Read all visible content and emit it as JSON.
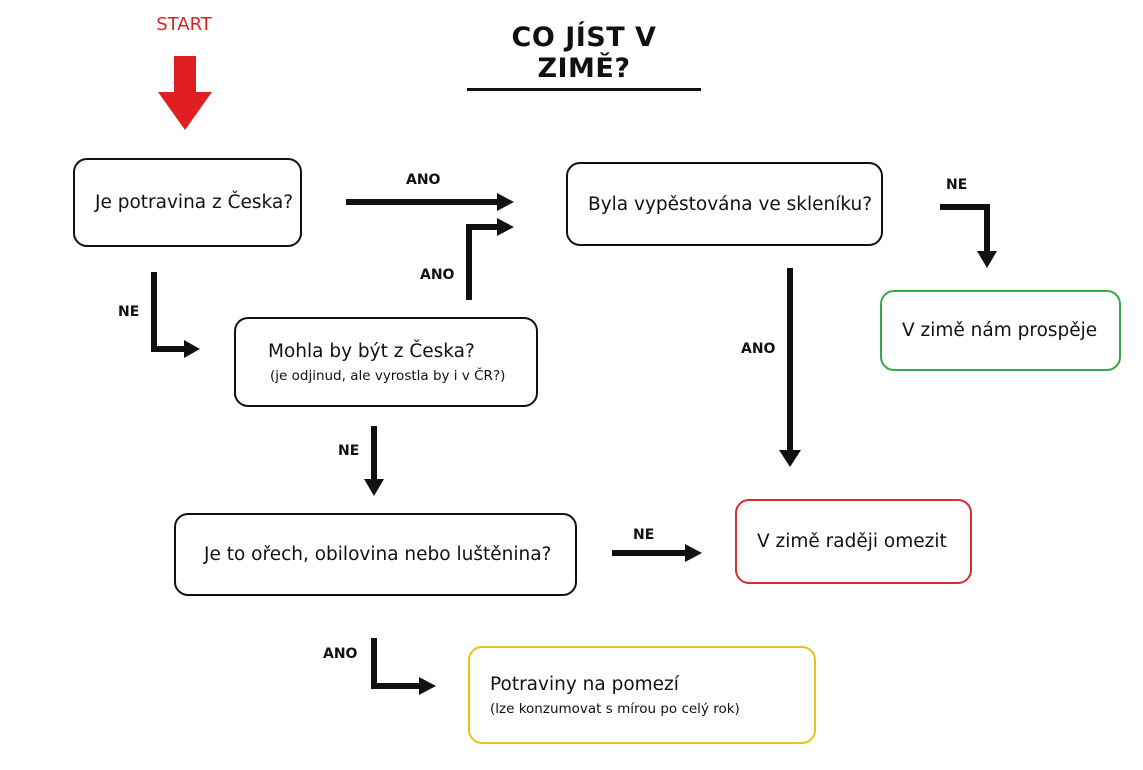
{
  "title": "CO JÍST V ZIMĚ?",
  "start_label": "START",
  "colors": {
    "start_arrow": "#e02020",
    "green": "#3aa64a",
    "red": "#d43030",
    "yellow": "#e6c419",
    "line": "#111111"
  },
  "nodes": {
    "q_czech": {
      "text": "Je potravina z Česka?"
    },
    "q_could_be_czech": {
      "text": "Mohla by být z Česka?",
      "subtext": "(je odjinud, ale vyrostla by i v ČR?)"
    },
    "q_greenhouse": {
      "text": "Byla vypěstována ve skleníku?"
    },
    "q_nut": {
      "text": "Je to ořech, obilovina nebo luštěnina?"
    },
    "r_good": {
      "text": "V zimě nám prospěje"
    },
    "r_limit": {
      "text": "V zimě raději omezit"
    },
    "r_borderline": {
      "text": "Potraviny na pomezí",
      "subtext": "(lze konzumovat s mírou po celý rok)"
    }
  },
  "edge_labels": {
    "czech_yes": "ANO",
    "czech_no": "NE",
    "could_yes": "ANO",
    "could_no": "NE",
    "greenhouse_no": "NE",
    "greenhouse_yes": "ANO",
    "nut_no": "NE",
    "nut_yes": "ANO"
  }
}
